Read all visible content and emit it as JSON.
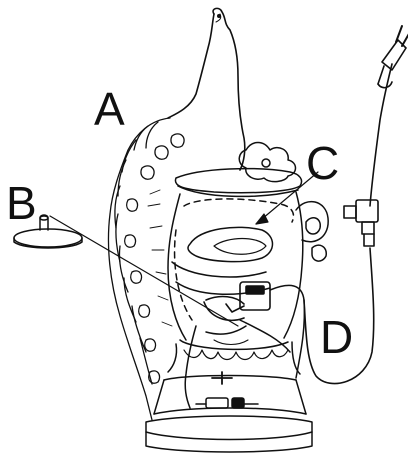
{
  "callouts": {
    "a": "A",
    "b": "B",
    "c": "C",
    "d": "D"
  },
  "colors": {
    "ink": "#111111",
    "paper": "#ffffff"
  },
  "icons": {
    "plug": "power-plug-icon",
    "pump": "pump-icon",
    "disc": "spray-disc-icon"
  }
}
